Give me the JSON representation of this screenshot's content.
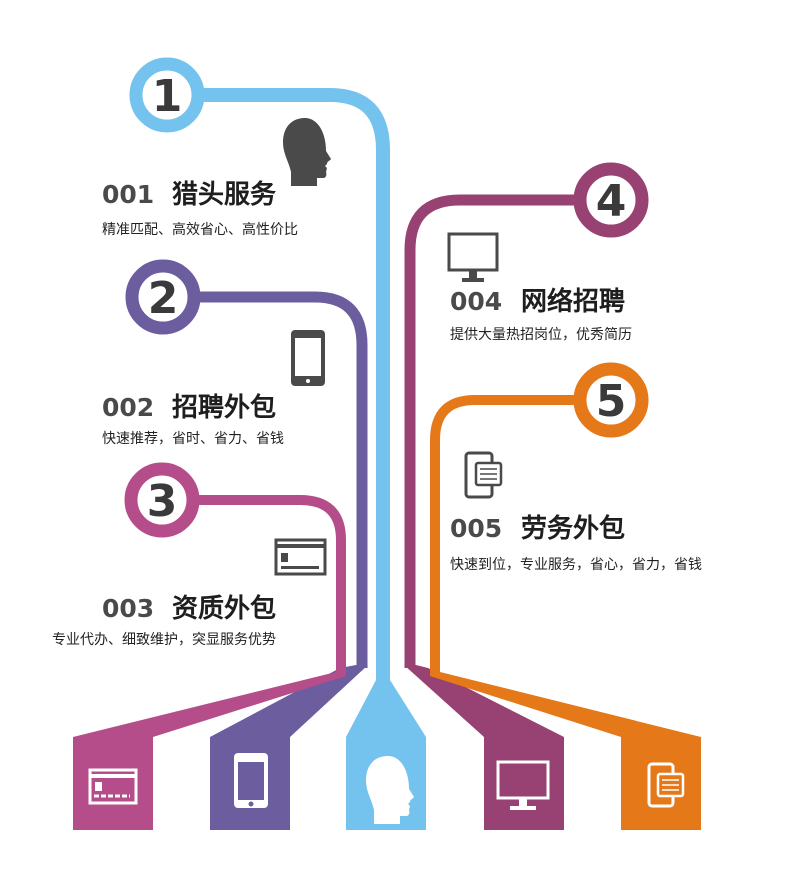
{
  "colors": {
    "blue": "#74c3ee",
    "purple": "#6b5d9e",
    "pink": "#b54d8b",
    "plum": "#974273",
    "orange": "#e57819",
    "icon_dark": "#4a4a4a"
  },
  "items": [
    {
      "number": "1",
      "code": "001",
      "title": "猎头服务",
      "subtitle": "精准匹配、高效省心、高性价比",
      "icon": "head-icon"
    },
    {
      "number": "2",
      "code": "002",
      "title": "招聘外包",
      "subtitle": "快速推荐，省时、省力、省钱",
      "icon": "phone-icon"
    },
    {
      "number": "3",
      "code": "003",
      "title": "资质外包",
      "subtitle": "专业代办、细致维护，突显服务优势",
      "icon": "card-icon"
    },
    {
      "number": "4",
      "code": "004",
      "title": "网络招聘",
      "subtitle": "提供大量热招岗位，优秀简历",
      "icon": "monitor-icon"
    },
    {
      "number": "5",
      "code": "005",
      "title": "劳务外包",
      "subtitle": "快速到位，专业服务，省心，省力，省钱",
      "icon": "chat-phone-icon"
    }
  ]
}
